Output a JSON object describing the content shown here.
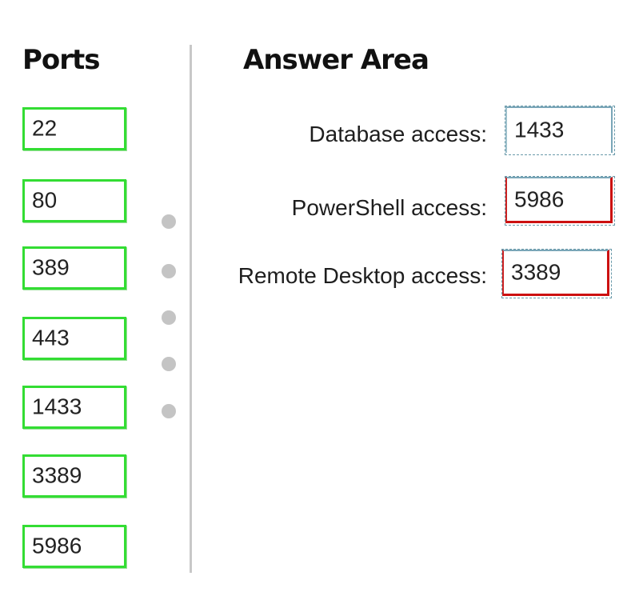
{
  "ports_panel": {
    "heading": "Ports",
    "tiles": [
      "22",
      "80",
      "389",
      "443",
      "1433",
      "3389",
      "5986"
    ]
  },
  "answer_area": {
    "heading": "Answer Area",
    "rows": [
      {
        "label": "Database access:",
        "answer": "1433",
        "status": "neutral"
      },
      {
        "label": "PowerShell access:",
        "answer": "5986",
        "status": "incorrect"
      },
      {
        "label": "Remote Desktop access:",
        "answer": "3389",
        "status": "incorrect"
      }
    ]
  },
  "colors": {
    "tile_border": "#33dd33",
    "incorrect_border": "#cc1111",
    "neutral_border": "#7aa6b8",
    "divider": "#c8c8c8",
    "handle_dot": "#c4c4c4"
  }
}
